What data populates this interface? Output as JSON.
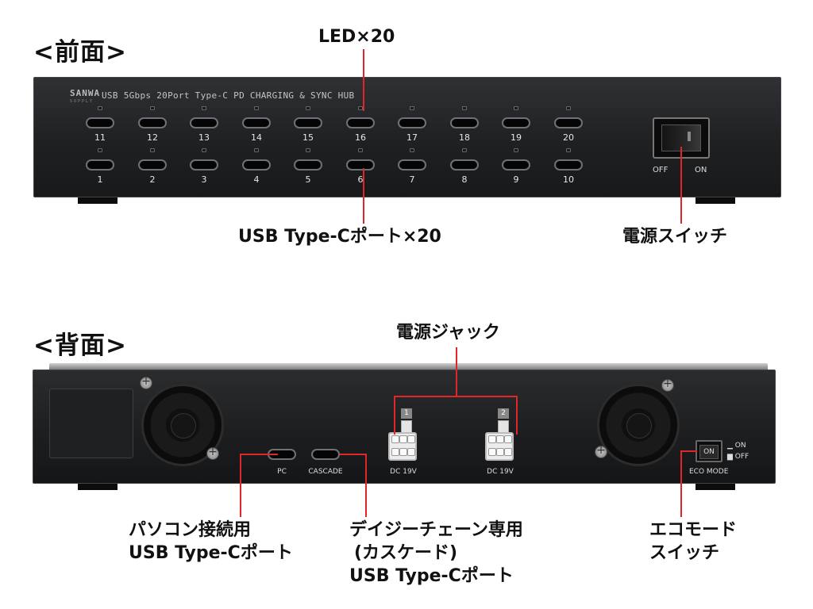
{
  "front": {
    "title": "<前面>",
    "hub_brand": "SANWA",
    "hub_brand_sub": "SUPPLY",
    "hub_title": "USB 5Gbps 20Port Type-C PD CHARGING & SYNC HUB",
    "ports_top": [
      "11",
      "12",
      "13",
      "14",
      "15",
      "16",
      "17",
      "18",
      "19",
      "20"
    ],
    "ports_bottom": [
      "1",
      "2",
      "3",
      "4",
      "5",
      "6",
      "7",
      "8",
      "9",
      "10"
    ],
    "switch_off": "OFF",
    "switch_on": "ON",
    "callouts": {
      "led": "LED×20",
      "usb_ports": "USB Type-Cポート×20",
      "power_switch": "電源スイッチ"
    }
  },
  "back": {
    "title": "<背面>",
    "port_pc": "PC",
    "port_cascade": "CASCADE",
    "jack1_num": "1",
    "jack2_num": "2",
    "jack1_label": "DC 19V",
    "jack2_label": "DC 19V",
    "eco_button": "ON",
    "eco_on": "ON",
    "eco_off": "OFF",
    "eco_mode": "ECO MODE",
    "callouts": {
      "power_jack": "電源ジャック",
      "pc_port_line1": "パソコン接続用",
      "pc_port_line2": "USB Type-Cポート",
      "daisy_line1": "デイジーチェーン専用",
      "daisy_line2": "(カスケード)",
      "daisy_line3": "USB Type-Cポート",
      "eco_line1": "エコモード",
      "eco_line2": "スイッチ"
    }
  },
  "colors": {
    "callout_line": "#e0262b",
    "device_body": "#1e2022",
    "port_border": "#6f7275",
    "text": "#111111"
  }
}
